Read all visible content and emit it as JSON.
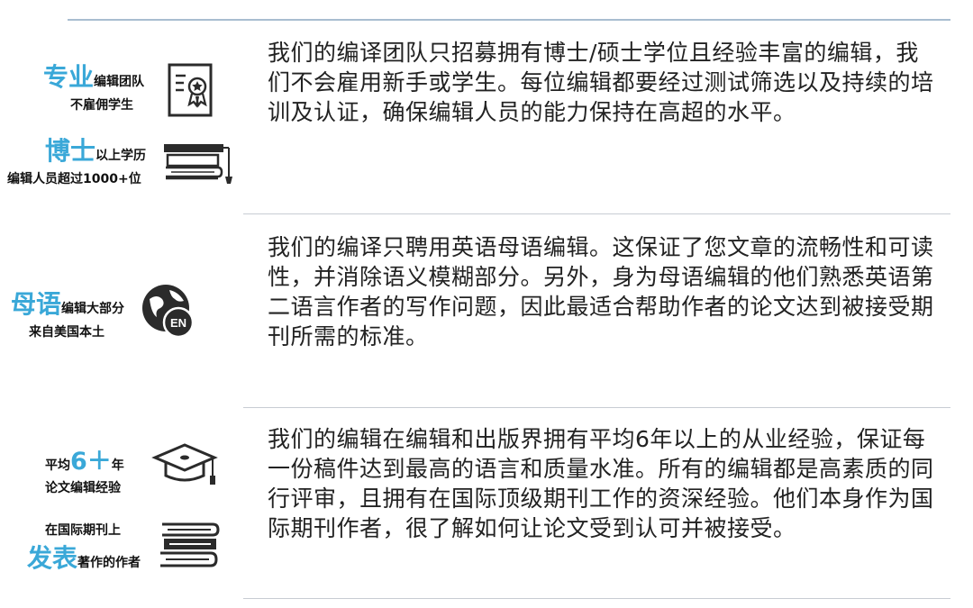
{
  "sections": [
    {
      "text": "我们的编译团队只招募拥有博士/硕士学位且经验丰富的编辑，我们不会雇用新手或学生。每位编辑都要经过测试筛选以及持续的培训及认证，确保编辑人员的能力保持在高超的水平。"
    },
    {
      "text": "我们的编译只聘用英语母语编辑。这保证了您文章的流畅性和可读性，并消除语义模糊部分。另外，身为母语编辑的他们熟悉英语第二语言作者的写作问题，因此最适合帮助作者的论文达到被接受期刊所需的标准。"
    },
    {
      "text": "我们的编辑在编辑和出版界拥有平均6年以上的从业经验，保证每一份稿件达到最高的语言和质量水准。所有的编辑都是高素质的同行评审，且拥有在国际顶级期刊工作的资深经验。他们本身作为国际期刊作者，很了解如何让论文受到认可并被接受。"
    }
  ],
  "badges": {
    "professional": {
      "big": "专业",
      "line1_rest": "编辑团队",
      "line2": "不雇佣学生"
    },
    "phd": {
      "big": "博士",
      "line1_rest": "以上学历",
      "line2": "编辑人员超过1000+位"
    },
    "native": {
      "big": "母语",
      "line1_rest": "编辑大部分",
      "line2": "来自美国本土"
    },
    "experience": {
      "prefix": "平均",
      "big": "6＋",
      "suffix": "年",
      "line2": "论文编辑经验"
    },
    "published": {
      "line1": "在国际期刊上",
      "big": "发表",
      "rest": "著作的作者"
    }
  },
  "globe_label": "EN",
  "colors": {
    "accent": "#3aa8d8",
    "icon": "#2b2b2b",
    "rule": "#a8bdd0"
  },
  "icons": [
    "certificate-icon",
    "graduation-cap-books-icon",
    "globe-en-icon",
    "mortarboard-icon",
    "book-stack-icon"
  ]
}
